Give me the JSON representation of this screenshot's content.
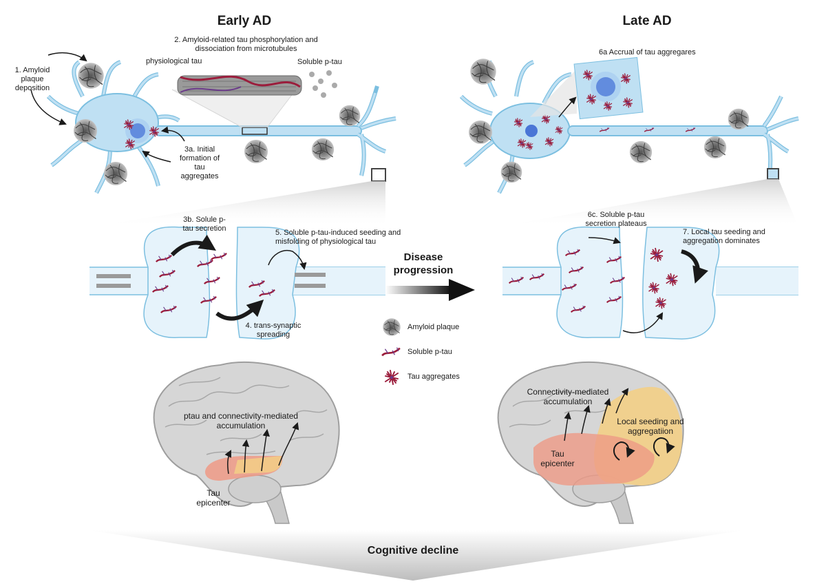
{
  "titles": {
    "early": "Early AD",
    "late": "Late AD"
  },
  "neuron_early": {
    "step1": "1. Amyloid plaque deposition",
    "step2": "2. Amyloid-related tau phosphorylation and dissociation from microtubules",
    "physiological_tau": "physiological tau",
    "soluble_ptau": "Soluble p-tau",
    "step3a": "3a. Initial formation of tau aggregates"
  },
  "neuron_late": {
    "step6a": "6a Accrual of tau aggregares"
  },
  "synapse_early": {
    "step3b": "3b. Solule p-tau secretion",
    "step5": "5. Soluble p-tau-induced seeding and misfolding of physiological tau",
    "step4": "4. trans-synaptic spreading"
  },
  "synapse_late": {
    "step6c": "6c. Soluble p-tau secretion plateaus",
    "step7": "7. Local tau seeding and aggregation dominates"
  },
  "center": {
    "progression": "Disease progression"
  },
  "legend": [
    {
      "icon": "amyloid-plaque-icon",
      "label": "Amyloid plaque"
    },
    {
      "icon": "soluble-ptau-icon",
      "label": "Soluble p-tau"
    },
    {
      "icon": "tau-aggregates-icon",
      "label": "Tau aggregates"
    }
  ],
  "brain_early": {
    "accumulation": "ptau and  connectivity-mediated accumulation",
    "epicenter": "Tau epicenter"
  },
  "brain_late": {
    "accumulation": "Connectivity-mediated accumulation",
    "local": "Local seeding and aggregatiion",
    "epicenter": "Tau epicenter"
  },
  "footer": {
    "decline": "Cognitive decline"
  },
  "colors": {
    "neuron_fill": "#bfe0f3",
    "neuron_stroke": "#7cbfe0",
    "nucleus": "#4a76d6",
    "tau_red": "#9b1d3c",
    "tau_purple": "#6b3b8a",
    "plaque": "#8a8a8a",
    "brain": "#d6d6d6",
    "brain_stroke": "#9e9e9e",
    "epicenter": "#ee9a86",
    "spread": "#f3cf86"
  }
}
